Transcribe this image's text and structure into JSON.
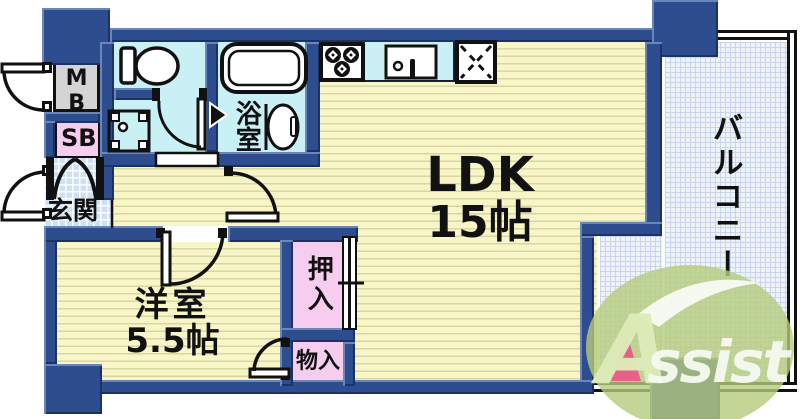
{
  "plan": {
    "ldk_label": "LDK",
    "ldk_size": "15帖",
    "western_label": "洋室",
    "western_size": "5.5帖",
    "bath_label": "浴室",
    "entrance_label": "玄関",
    "balcony_label": "バルコニー",
    "closet_label": "押入",
    "storage_label": "物入",
    "meter_box_label": "MB",
    "shoe_box_label": "SB"
  },
  "logo": {
    "a": "A",
    "rest": "ssist"
  },
  "colors": {
    "wall_navy": "#2d4d8e",
    "floor_yellow": "#f8f5c6",
    "wet_cyan": "#c9f1f5",
    "closet_pink": "#f7cdef",
    "meter_gray": "#d4d4d4",
    "balcony_grid": "#eef2f9",
    "logo_green": "#b4cc7c",
    "logo_accent_pink": "#e8608a"
  }
}
